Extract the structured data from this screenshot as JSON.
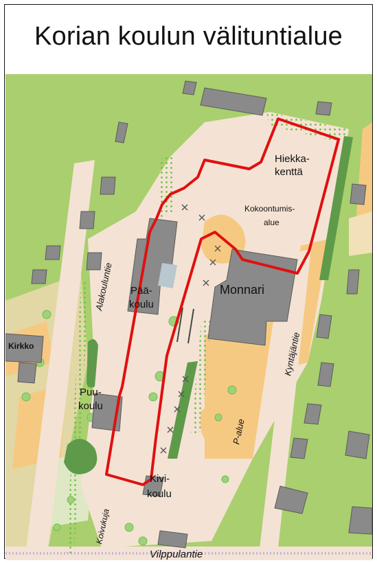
{
  "title": "Korian koulun välituntialue",
  "map": {
    "labels": {
      "hiekkakentta_1": "Hiekka-",
      "hiekkakentta_2": "kenttä",
      "kokoontumis_1": "Kokoontumis-",
      "kokoontumis_2": "alue",
      "paakoulu_1": "Pää-",
      "paakoulu_2": "koulu",
      "monnari": "Monnari",
      "kirkko": "Kirkko",
      "puukoulu_1": "Puu-",
      "puukoulu_2": "koulu",
      "kivikoulu_1": "Kivi-",
      "kivikoulu_2": "koulu",
      "p_alue": "P-alue",
      "alakouluntie": "Alakouluntie",
      "kyntajantie": "Kyntäjäntie",
      "koivukuja": "Koivukuja",
      "vilppulantie": "Vilppulantie"
    },
    "colors": {
      "green": "#a9cf6e",
      "pale": "#f4e3d4",
      "orange": "#f6c982",
      "building": "#8a8a8a",
      "boundary": "#e01010"
    }
  }
}
